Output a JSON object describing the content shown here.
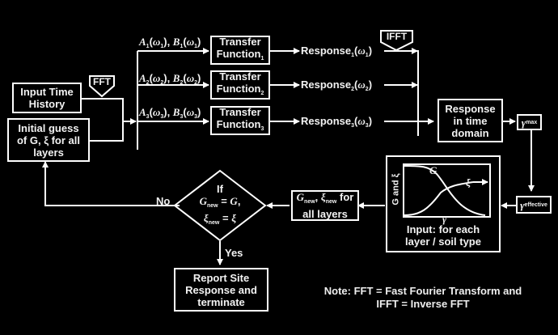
{
  "diagram": {
    "input_time_history": [
      "Input Time",
      "History"
    ],
    "initial_guess": [
      "Initial guess",
      "of G, ξ for all",
      "layers"
    ],
    "fft_tag": "FFT",
    "ifft_tag": "IFFT",
    "branches": [
      {
        "a": "A",
        "b": "B",
        "idx": "1",
        "w": "ω",
        "tf": "Transfer",
        "tf2": "Function",
        "response": "Response"
      },
      {
        "a": "A",
        "b": "B",
        "idx": "2",
        "w": "ω",
        "tf": "Transfer",
        "tf2": "Function",
        "response": "Response"
      },
      {
        "a": "A",
        "b": "B",
        "idx": "3",
        "w": "ω",
        "tf": "Transfer",
        "tf2": "Function",
        "response": "Response"
      }
    ],
    "response_time_domain": [
      "Response",
      "in time",
      "domain"
    ],
    "gamma_max": {
      "symbol": "γ",
      "sub": "max"
    },
    "gamma_effective": {
      "symbol": "γ",
      "sub": "effective"
    },
    "input_curves": {
      "y_label": "G and ξ",
      "x_label": "γ",
      "g_label": "G",
      "xi_label": "ξ",
      "caption": [
        "Input: for each",
        "layer / soil type"
      ]
    },
    "g_new_box": {
      "g": "G",
      "xi": "ξ",
      "sub": "new",
      "text1": "for",
      "text2": "all layers"
    },
    "decision": {
      "if": "If",
      "g": "G",
      "xi": "ξ",
      "sub": "new",
      "eq": "="
    },
    "no_label": "No",
    "yes_label": "Yes",
    "report_box": [
      "Report Site",
      "Response and",
      "terminate"
    ],
    "note": [
      "Note: FFT = Fast Fourier Transform and",
      "IFFT = Inverse FFT"
    ]
  }
}
